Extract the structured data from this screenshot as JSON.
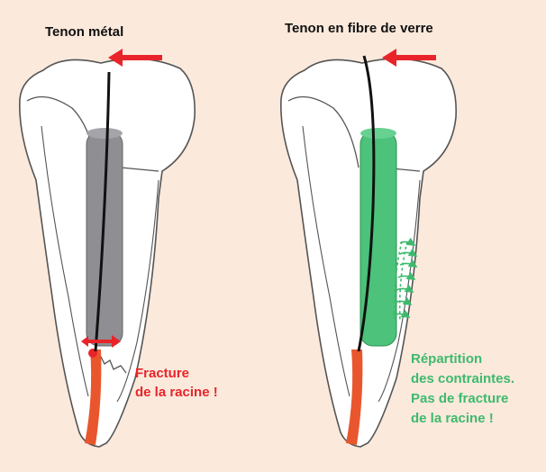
{
  "left_panel": {
    "title": "Tenon métal",
    "annotation": [
      "Fracture",
      "de la racine !"
    ]
  },
  "right_panel": {
    "title": "Tenon en fibre de verre",
    "annotation": [
      "Répartition",
      "des contraintes.",
      "Pas de fracture",
      "de la racine !"
    ]
  },
  "colors": {
    "background": "#fbe9dc",
    "metal_post": "#8e8e93",
    "fiber_post": "#4cc27a",
    "arrow_red": "#e8242a",
    "annotation_green": "#3dba6d",
    "root_canal": "#e9562e"
  },
  "icons": [
    "arrow-left-icon",
    "arrow-right-icon",
    "stress-arrows-icon"
  ]
}
